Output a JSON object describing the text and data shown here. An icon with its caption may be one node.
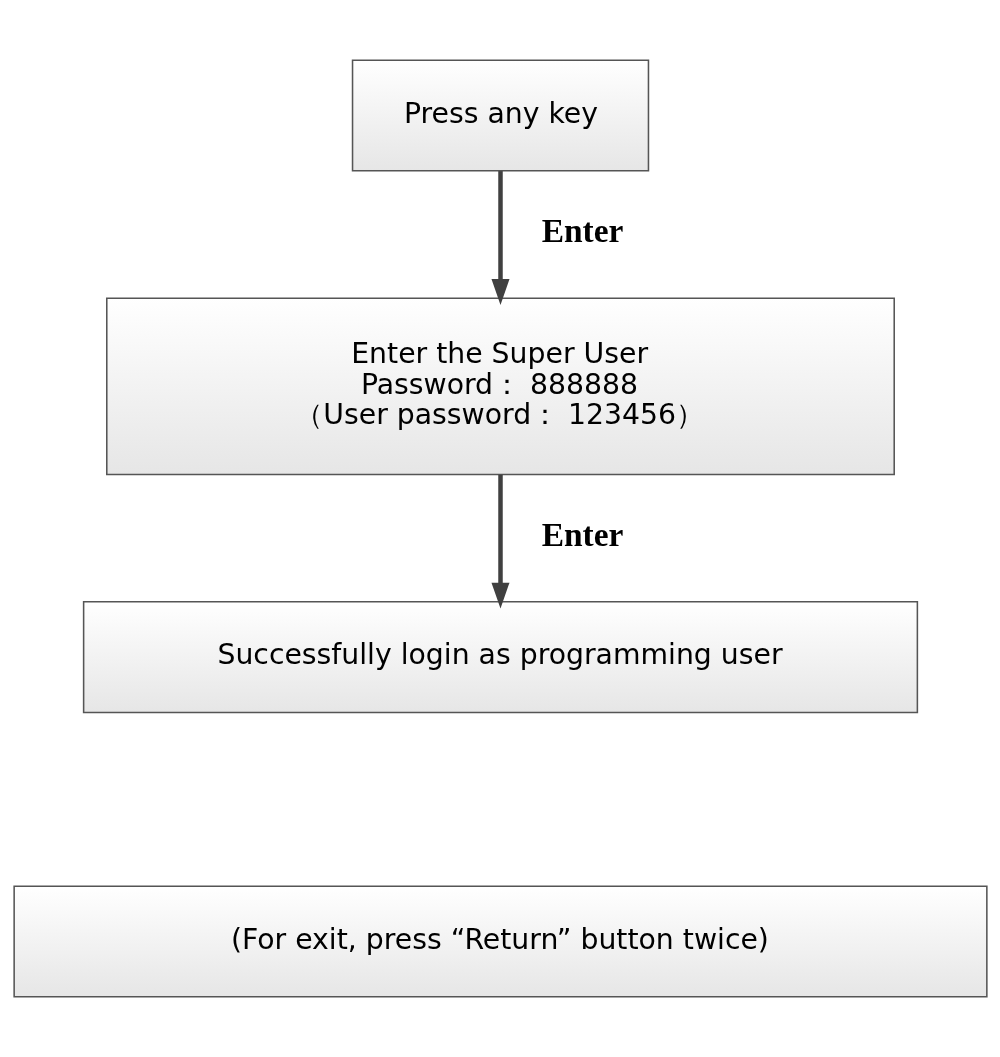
{
  "diagram": {
    "nodes": [
      {
        "text": [
          "Press any key"
        ]
      },
      {
        "text": [
          "Enter the Super User",
          "Password： 888888",
          "（User password： 123456）"
        ]
      },
      {
        "text": [
          "Successfully login as programming user"
        ]
      },
      {
        "text": [
          "(For exit, press “Return” button twice)"
        ]
      }
    ],
    "edges": [
      {
        "from": 0,
        "to": 1,
        "arrow": "to",
        "label": "Enter"
      },
      {
        "from": 1,
        "to": 2,
        "arrow": "to",
        "label": "Enter"
      }
    ]
  }
}
